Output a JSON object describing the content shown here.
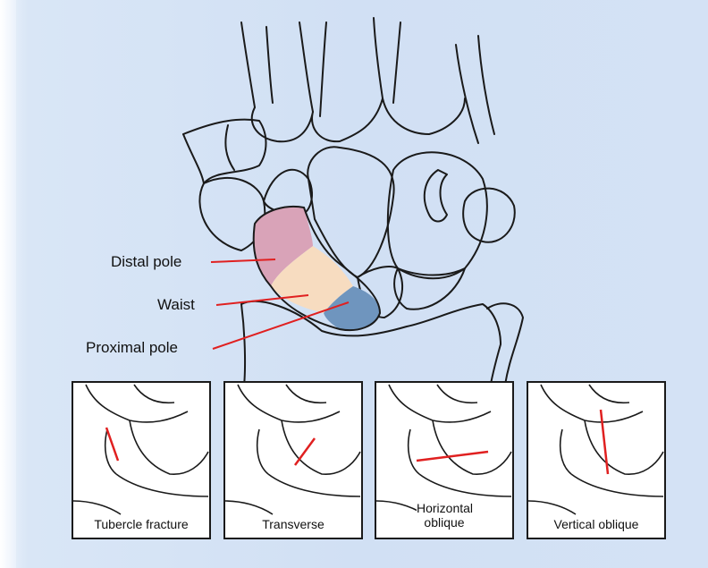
{
  "labels": {
    "distal_pole": "Distal pole",
    "waist": "Waist",
    "proximal_pole": "Proximal pole"
  },
  "panels": [
    {
      "caption": "Tubercle fracture"
    },
    {
      "caption": "Transverse"
    },
    {
      "caption": "Horizontal oblique"
    },
    {
      "caption": "Vertical oblique"
    }
  ],
  "colors": {
    "background": "#d1e0f4",
    "distal_pole": "#d9a3b8",
    "waist": "#f7dcc0",
    "proximal_pole": "#6f95be",
    "pointer_line": "#e02020",
    "fracture_line": "#e02020",
    "outline": "#1a1a1a"
  }
}
